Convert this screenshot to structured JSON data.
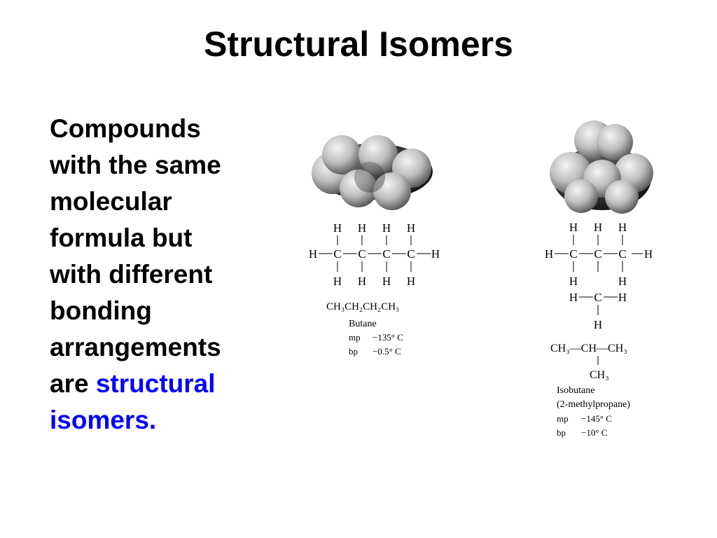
{
  "slide": {
    "title": "Structural Isomers",
    "body": {
      "lines": [
        "Compounds",
        "with the same",
        "molecular",
        "formula but",
        "with different",
        "bonding",
        "arrangements"
      ],
      "last_prefix": "are ",
      "highlight_1": "structural",
      "highlight_2": "isomers.",
      "highlight_color": "#0000ff"
    }
  },
  "butane": {
    "atom_h": "H",
    "atom_c": "C",
    "condensed": "CH₃CH₂CH₂CH₃",
    "name": "Butane",
    "mp_label": "mp",
    "mp_value": "−135° C",
    "bp_label": "bp",
    "bp_value": "−0.5° C"
  },
  "isobutane": {
    "atom_h": "H",
    "atom_c": "C",
    "condensed_main": "CH₃—CH—CH₃",
    "condensed_branch": "CH₃",
    "name": "Isobutane",
    "alt_name": "(2-methylpropane)",
    "mp_label": "mp",
    "mp_value": "−145° C",
    "bp_label": "bp",
    "bp_value": "−10° C"
  }
}
